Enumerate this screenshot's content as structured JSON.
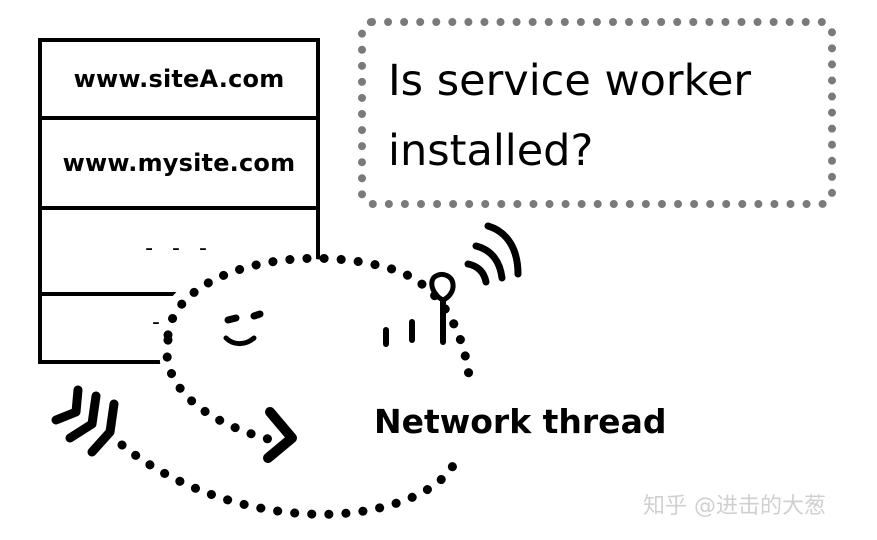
{
  "scope_list": {
    "rows": [
      "www.siteA.com",
      "www.mysite.com",
      "- - -",
      "-"
    ]
  },
  "speech_bubble": {
    "line1": "Is service worker",
    "line2": "installed?"
  },
  "network_thread": {
    "label": "Network thread"
  },
  "watermark": {
    "text": "知乎 @进击的大葱"
  }
}
